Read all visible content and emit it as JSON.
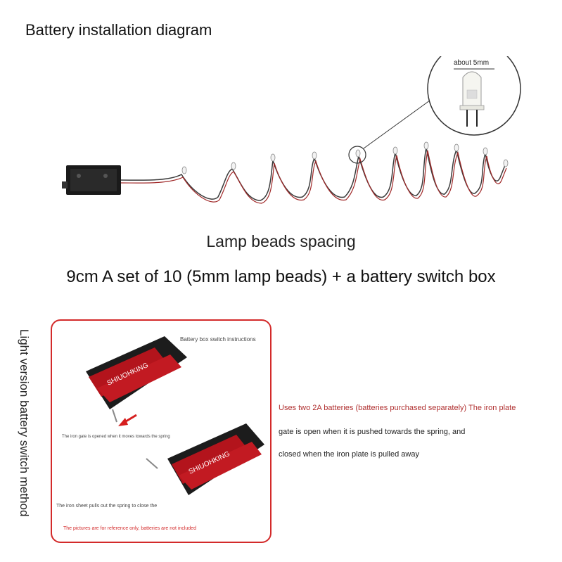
{
  "title": "Battery installation diagram",
  "callout": {
    "about_label": "about 5mm"
  },
  "spacing_label": "Lamp beads spacing",
  "set_label": "9cm A set of 10 (5mm lamp beads) + a battery switch box",
  "side_label": "Light version battery switch method",
  "panel": {
    "switch_title": "Battery box switch instructions",
    "open_caption": "The iron gate is opened when it moves towards the spring",
    "close_caption": "The iron sheet pulls out the spring to close the",
    "footnote": "The pictures are for reference only, batteries are not included",
    "battery_brand": "SHIUOHKING"
  },
  "instructions": {
    "line1": "Uses two 2A batteries (batteries purchased separately) The iron plate",
    "line2": "gate is open when it is pushed towards the spring, and",
    "line3": "closed when the iron plate is pulled away"
  },
  "colors": {
    "frame_red": "#d32a2a",
    "battery_red": "#b3141c",
    "wire_red": "#a02828",
    "arrow_red": "#d61f1f"
  }
}
